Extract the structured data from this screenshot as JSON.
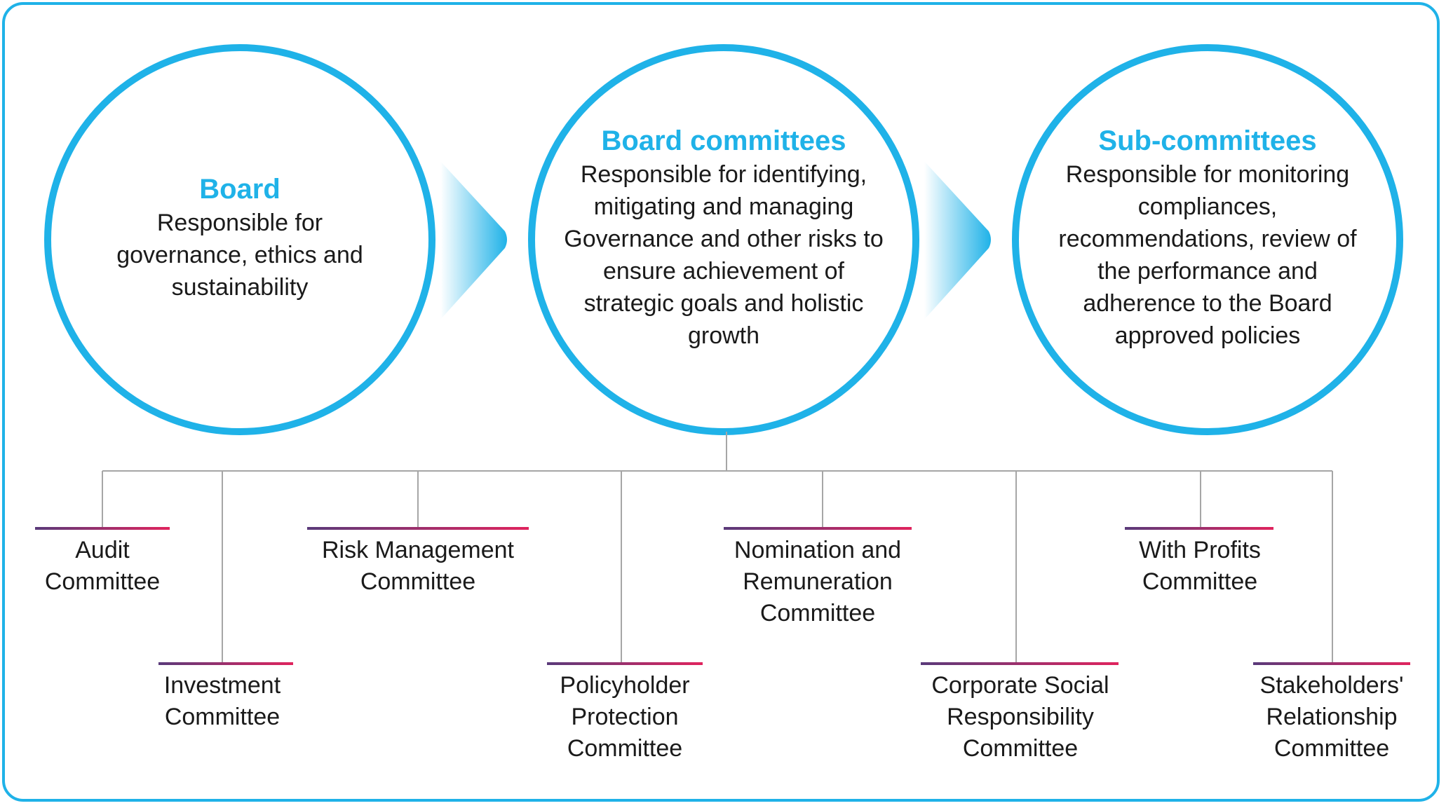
{
  "stages": [
    {
      "title": "Board",
      "body": "Responsible for governance, ethics and sustainability"
    },
    {
      "title": "Board committees",
      "body": "Responsible for identifying, mitigating and managing Governance and other risks to ensure achievement of strategic goals  and holistic growth"
    },
    {
      "title": "Sub-committees",
      "body": "Responsible for monitoring compliances, recommendations, review of the performance and adherence to the Board approved policies"
    }
  ],
  "committees": [
    {
      "label": "Audit Committee"
    },
    {
      "label": "Investment Committee"
    },
    {
      "label": "Risk Management Committee"
    },
    {
      "label": "Policyholder Protection Committee"
    },
    {
      "label": "Nomination and Remuneration Committee"
    },
    {
      "label": "Corporate Social Responsibility Committee"
    },
    {
      "label": "With Profits Committee"
    },
    {
      "label": "Stakeholders' Relationship Committee"
    }
  ],
  "colors": {
    "accent": "#1fb2e8",
    "connector": "#a6a6a6",
    "bar_start": "#5a3a7a",
    "bar_end": "#e0245e"
  }
}
